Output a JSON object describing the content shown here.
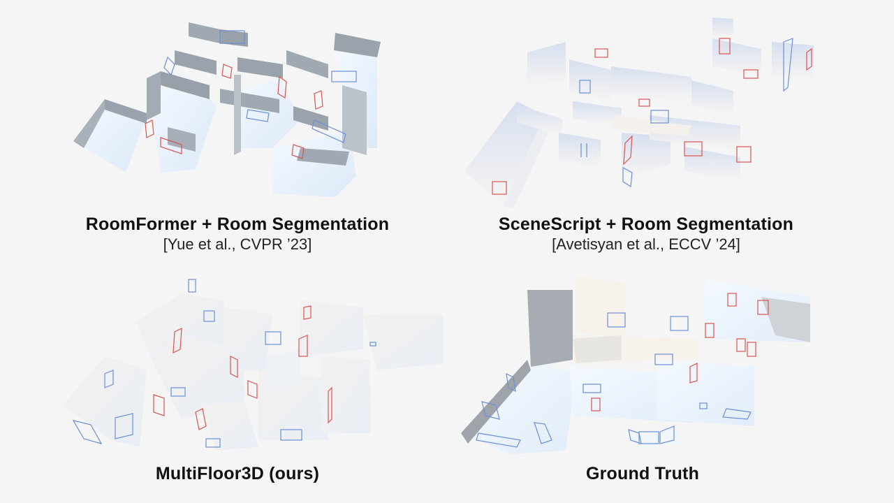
{
  "figure": {
    "background": "#f5f5f5",
    "legend_colors": {
      "window": "#6b8fd6",
      "door": "#d9534f",
      "wall_gray": "#a7adb6",
      "floor_blue": "#e6f0fb"
    },
    "panels": [
      {
        "id": "roomformer",
        "title": "RoomFormer + Room Segmentation",
        "citation": "[Yue et al., CVPR ’23]"
      },
      {
        "id": "scenescript",
        "title": "SceneScript + Room Segmentation",
        "citation": "[Avetisyan et al., ECCV ’24]"
      },
      {
        "id": "multifloor3d",
        "title": "MultiFloor3D (ours)",
        "citation": ""
      },
      {
        "id": "ground-truth",
        "title": "Ground Truth",
        "citation": ""
      }
    ]
  }
}
